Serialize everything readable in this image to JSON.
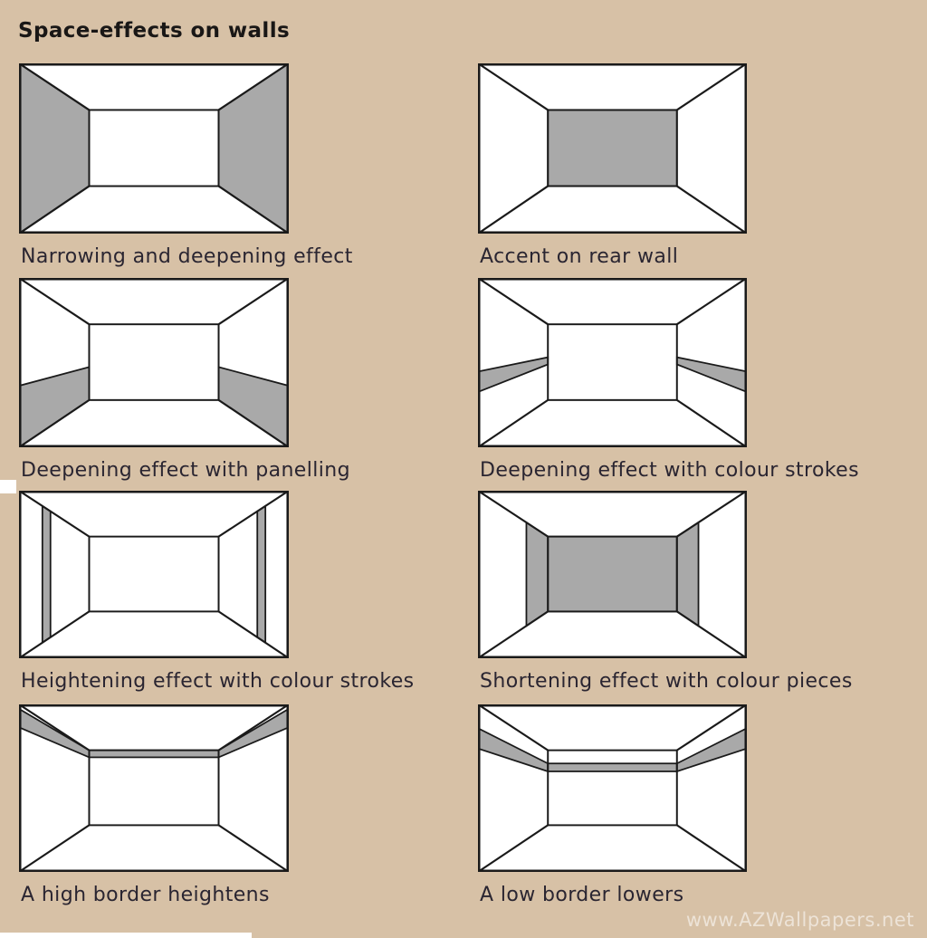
{
  "title": "Space-effects on walls",
  "diagrams": [
    {
      "id": "narrowing-deepening",
      "caption": "Narrowing and deepening effect",
      "shaded": "both-side-walls"
    },
    {
      "id": "accent-rear-wall",
      "caption": "Accent on rear wall",
      "shaded": "rear-wall"
    },
    {
      "id": "deepening-panelling",
      "caption": "Deepening effect with panelling",
      "shaded": "lower-side-wall-panels"
    },
    {
      "id": "deepening-colour-strokes",
      "caption": "Deepening effect with colour strokes",
      "shaded": "horizontal-stripes-on-side-walls"
    },
    {
      "id": "heightening-colour-strokes",
      "caption": "Heightening effect with colour strokes",
      "shaded": "vertical-stripes-on-side-walls"
    },
    {
      "id": "shortening-colour-pieces",
      "caption": "Shortening effect with colour pieces",
      "shaded": "rear-wall-plus-rear-side-pieces"
    },
    {
      "id": "high-border",
      "caption": "A high border heightens",
      "shaded": "border-band-high-on-walls"
    },
    {
      "id": "low-border",
      "caption": "A low border lowers",
      "shaded": "border-band-low-on-walls"
    }
  ],
  "watermark": "www.AZWallpapers.net",
  "colors": {
    "background": "#d7c1a6",
    "wall_shade": "#a9a9a9",
    "room_white": "#ffffff",
    "outline": "#1a1a1a",
    "caption_text": "#2a2531",
    "title_text": "#191716",
    "watermark_text": "rgba(255,255,255,0.55)"
  }
}
